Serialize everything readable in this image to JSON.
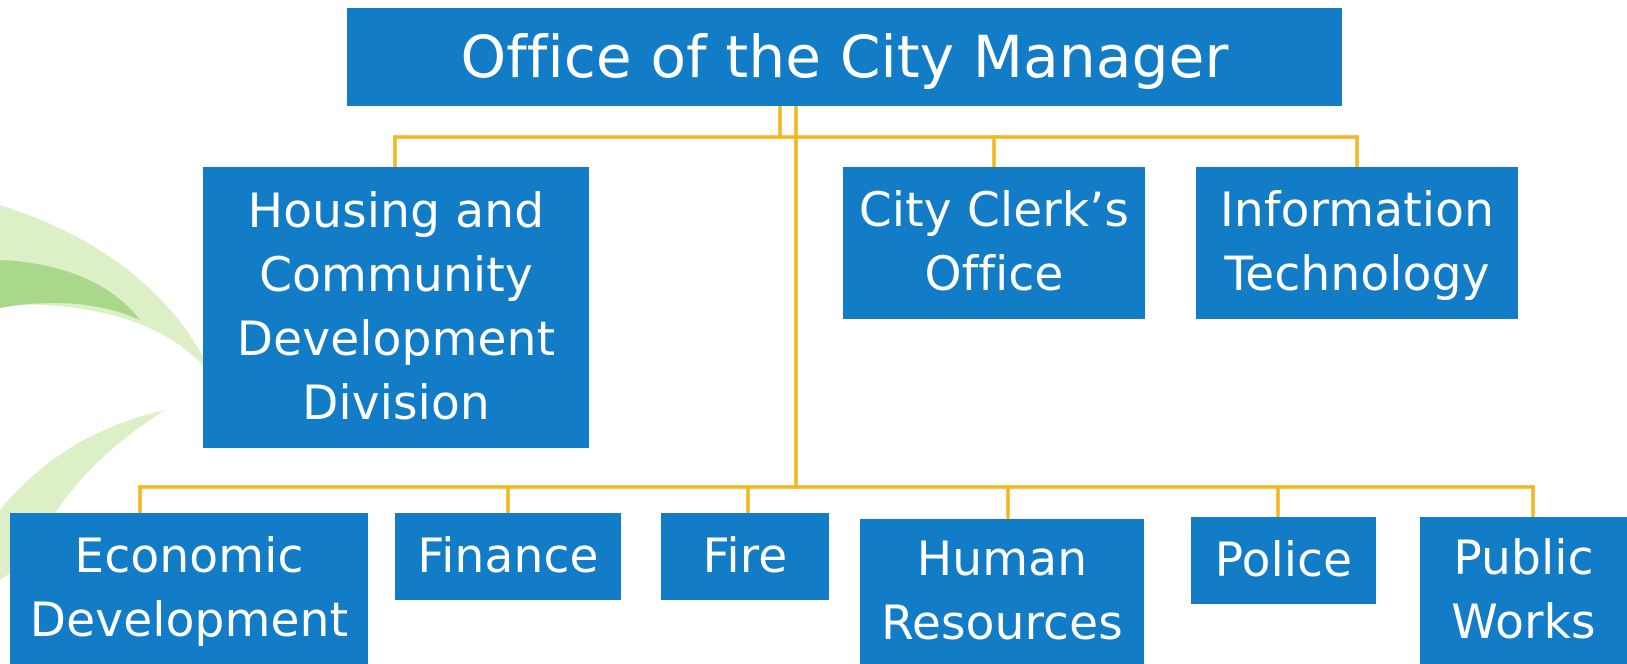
{
  "org_chart": {
    "root": "Office of the City Manager",
    "first_level": [
      "Housing and\nCommunity\nDevelopment\nDivision",
      "City Clerk’s\nOffice",
      "Information\nTechnology"
    ],
    "second_level": [
      "Economic\nDevelopment",
      "Finance",
      "Fire",
      "Human\nResources",
      "Police",
      "Public\nWorks"
    ]
  },
  "colors": {
    "box_fill": "#127dc6",
    "box_text": "#ffffff",
    "connector": "#f5b51c",
    "leaf_light": "#dcefc6",
    "leaf_mid": "#a9d88a"
  }
}
